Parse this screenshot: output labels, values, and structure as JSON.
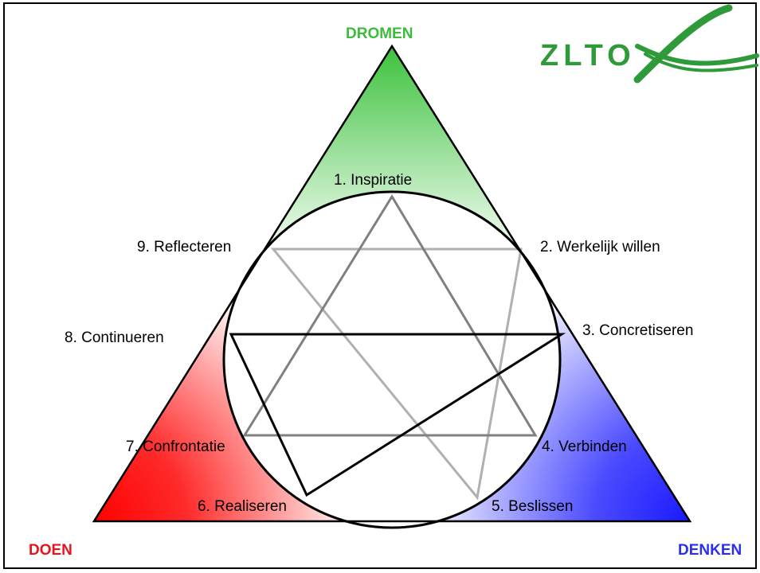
{
  "corners": {
    "top": {
      "label": "DROMEN",
      "color": "#3dbb3d"
    },
    "left": {
      "label": "DOEN",
      "color": "#e8141c"
    },
    "right": {
      "label": "DENKEN",
      "color": "#2a2ef0"
    }
  },
  "logo": {
    "text": "ZLTO",
    "color": "#2f9a3a"
  },
  "steps": [
    {
      "id": 1,
      "label": "1. Inspiratie"
    },
    {
      "id": 2,
      "label": "2. Werkelijk willen"
    },
    {
      "id": 3,
      "label": "3. Concretiseren"
    },
    {
      "id": 4,
      "label": "4. Verbinden"
    },
    {
      "id": 5,
      "label": "5. Beslissen"
    },
    {
      "id": 6,
      "label": "6. Realiseren"
    },
    {
      "id": 7,
      "label": "7. Confrontatie"
    },
    {
      "id": 8,
      "label": "8. Continueren"
    },
    {
      "id": 9,
      "label": "9. Reflecteren"
    }
  ]
}
